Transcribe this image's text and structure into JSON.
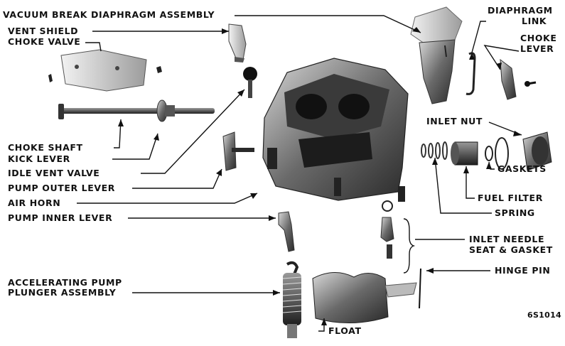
{
  "labels": {
    "vacuum_break": "VACUUM BREAK DIAPHRAGM ASSEMBLY",
    "vent_shield": "VENT SHIELD",
    "choke_valve": "CHOKE VALVE",
    "choke_shaft": "CHOKE SHAFT",
    "kick_lever": "KICK LEVER",
    "idle_vent_valve": "IDLE VENT VALVE",
    "pump_outer_lever": "PUMP OUTER LEVER",
    "air_horn": "AIR HORN",
    "pump_inner_lever": "PUMP INNER LEVER",
    "accel_pump_line1": "ACCELERATING PUMP",
    "accel_pump_line2": "PLUNGER ASSEMBLY",
    "diaphragm_link_line1": "DIAPHRAGM",
    "diaphragm_link_line2": "LINK",
    "choke_lever_line1": "CHOKE",
    "choke_lever_line2": "LEVER",
    "inlet_nut": "INLET NUT",
    "gaskets": "GASKETS",
    "fuel_filter": "FUEL FILTER",
    "spring": "SPRING",
    "inlet_needle_line1": "INLET NEEDLE",
    "inlet_needle_line2": "SEAT & GASKET",
    "hinge_pin": "HINGE PIN",
    "float": "FLOAT",
    "figure_ref": "6S1014"
  }
}
